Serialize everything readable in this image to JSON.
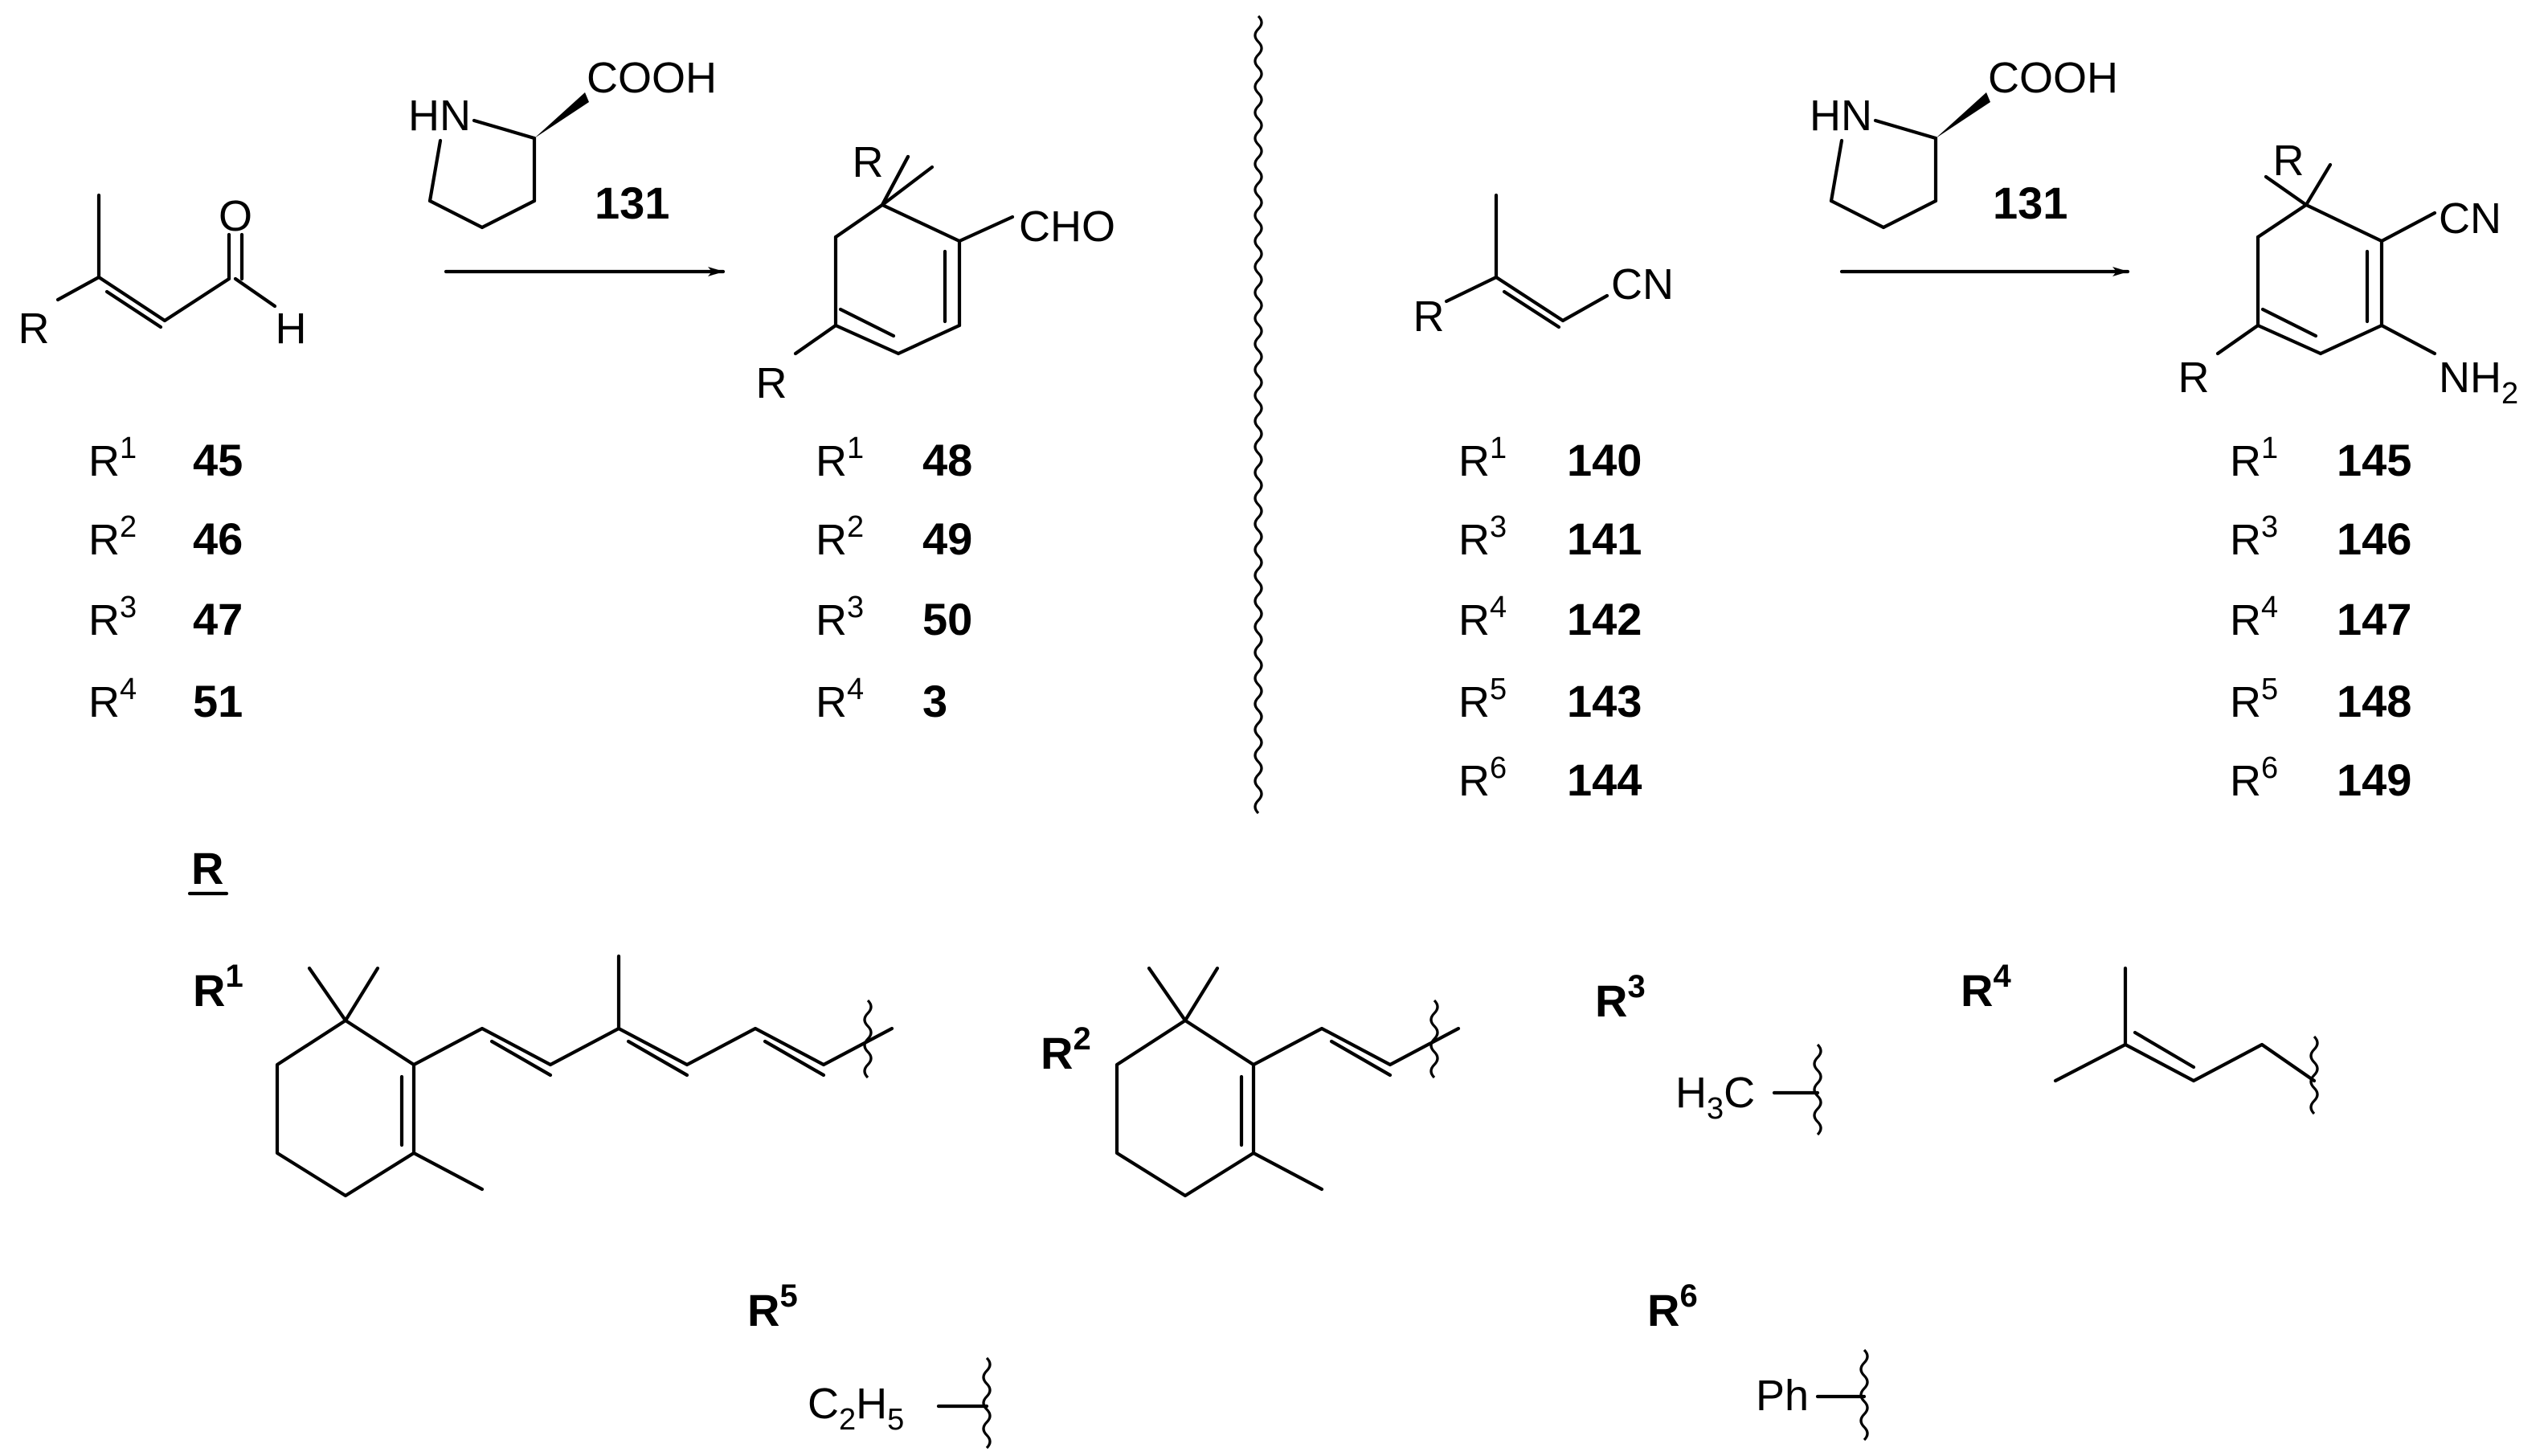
{
  "catalyst": {
    "amine": "HN",
    "acid": "COOH",
    "number": "131"
  },
  "left_reaction": {
    "reactant": {
      "carbonyl_o": "O",
      "carbonyl_h": "H",
      "r": "R"
    },
    "product": {
      "aldehyde": "CHO",
      "r_top": "R",
      "r_ring": "R"
    },
    "reactant_rows": [
      {
        "r": "R",
        "sup": "1",
        "num": "45"
      },
      {
        "r": "R",
        "sup": "2",
        "num": "46"
      },
      {
        "r": "R",
        "sup": "3",
        "num": "47"
      },
      {
        "r": "R",
        "sup": "4",
        "num": "51"
      }
    ],
    "product_rows": [
      {
        "r": "R",
        "sup": "1",
        "num": "48"
      },
      {
        "r": "R",
        "sup": "2",
        "num": "49"
      },
      {
        "r": "R",
        "sup": "3",
        "num": "50"
      },
      {
        "r": "R",
        "sup": "4",
        "num": "3"
      }
    ]
  },
  "right_reaction": {
    "reactant": {
      "nitrile": "CN",
      "r": "R"
    },
    "product": {
      "nitrile": "CN",
      "amine": "NH",
      "amine_sub": "2",
      "r_top": "R",
      "r_ring": "R"
    },
    "reactant_rows": [
      {
        "r": "R",
        "sup": "1",
        "num": "140"
      },
      {
        "r": "R",
        "sup": "3",
        "num": "141"
      },
      {
        "r": "R",
        "sup": "4",
        "num": "142"
      },
      {
        "r": "R",
        "sup": "5",
        "num": "143"
      },
      {
        "r": "R",
        "sup": "6",
        "num": "144"
      }
    ],
    "product_rows": [
      {
        "r": "R",
        "sup": "1",
        "num": "145"
      },
      {
        "r": "R",
        "sup": "3",
        "num": "146"
      },
      {
        "r": "R",
        "sup": "4",
        "num": "147"
      },
      {
        "r": "R",
        "sup": "5",
        "num": "148"
      },
      {
        "r": "R",
        "sup": "6",
        "num": "149"
      }
    ]
  },
  "r_legend": {
    "heading": "R",
    "groups": [
      {
        "label": "R",
        "sup": "1"
      },
      {
        "label": "R",
        "sup": "2"
      },
      {
        "label": "R",
        "sup": "3",
        "formula": "H",
        "formula_sub": "3",
        "formula_tail": "C"
      },
      {
        "label": "R",
        "sup": "4"
      },
      {
        "label": "R",
        "sup": "5",
        "formula": "C",
        "formula_sub": "2",
        "formula_tail": "H",
        "formula_sub2": "5"
      },
      {
        "label": "R",
        "sup": "6",
        "formula": "Ph"
      }
    ]
  }
}
